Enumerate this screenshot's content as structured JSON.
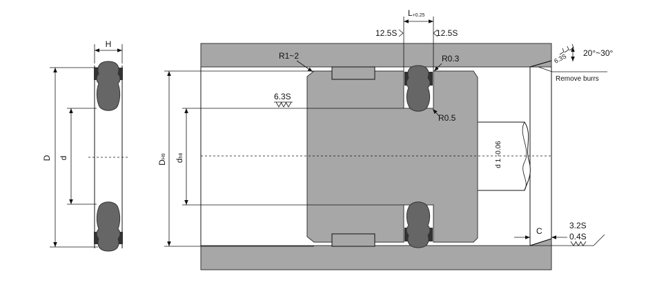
{
  "labels": {
    "H": "H",
    "D": "D",
    "d": "d",
    "DH9_main": "D",
    "DH9_sub": "H9",
    "dh8_main": "d",
    "dh8_sub": "h8",
    "L_main": "L",
    "L_tol": "+0.25",
    "finish_left": "12.5S",
    "finish_right": "12.5S",
    "R1_2": "R1~2",
    "R0_3": "R0.3",
    "R0_5": "R0.5",
    "finish_bore": "6.3S",
    "rod": "d 1 -0.06",
    "finish_chamfer": "6.3S",
    "angle": "20°~30°",
    "remove_burrs": "Remove burrs",
    "C": "C",
    "finish_32": "3.2S",
    "finish_04": "0.4S"
  },
  "colors": {
    "metal": "#a7a7a7",
    "seal": "#666666",
    "ring": "#333333",
    "line": "#111111",
    "background": "#ffffff"
  }
}
